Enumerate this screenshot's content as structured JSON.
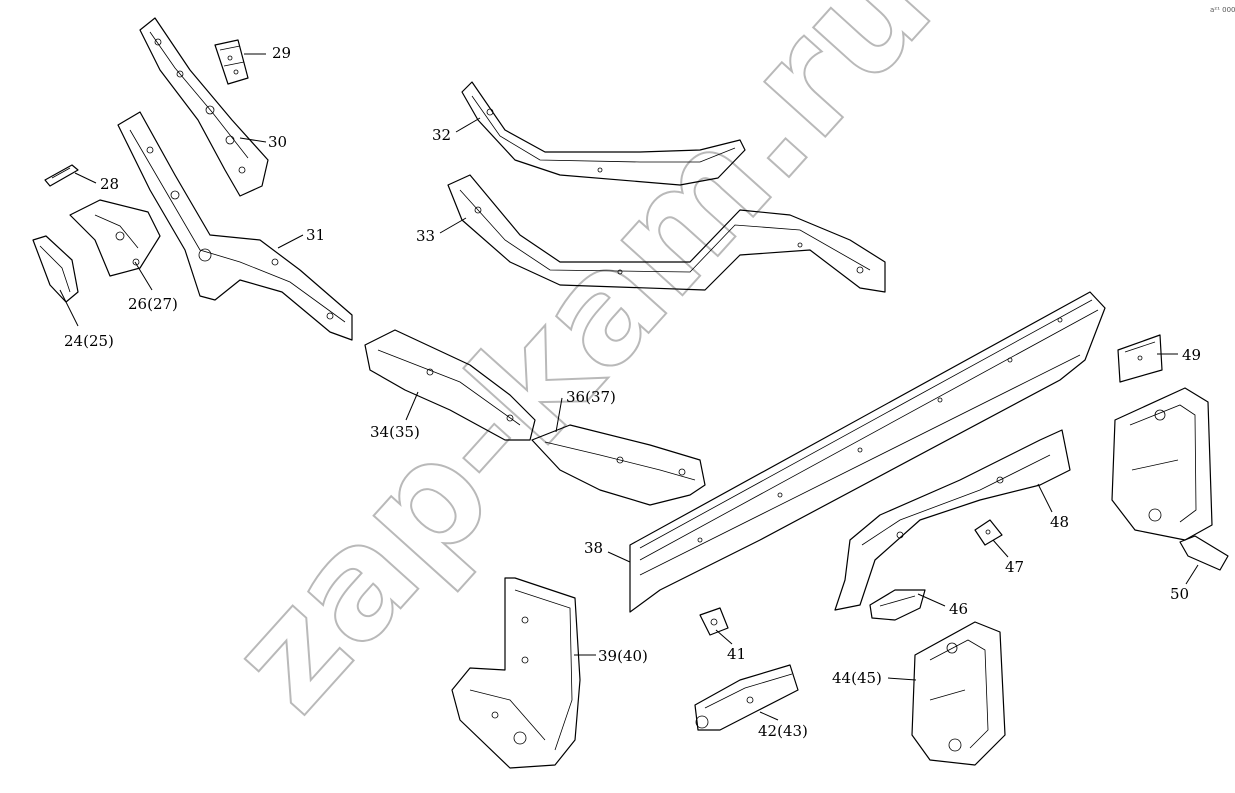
{
  "watermark": "zap-kam.ru",
  "corner_mark": "a²¹ 000",
  "labels": {
    "l24": "24(25)",
    "l26": "26(27)",
    "l28": "28",
    "l29": "29",
    "l30": "30",
    "l31": "31",
    "l32": "32",
    "l33": "33",
    "l34": "34(35)",
    "l36": "36(37)",
    "l38": "38",
    "l39": "39(40)",
    "l41": "41",
    "l42": "42(43)",
    "l44": "44(45)",
    "l46": "46",
    "l47": "47",
    "l48": "48",
    "l49": "49",
    "l50": "50"
  }
}
